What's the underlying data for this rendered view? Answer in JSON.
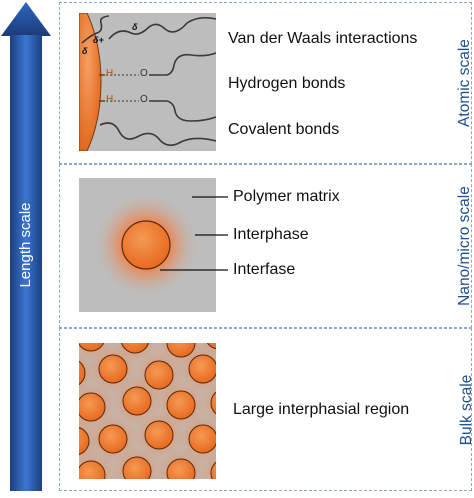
{
  "axis": {
    "label": "Length scale"
  },
  "panels": {
    "atomic": {
      "scale_label": "Atomic scale",
      "labels": [
        "Van der Waals interactions",
        "Hydrogen bonds",
        "Covalent bonds"
      ],
      "symbols": {
        "delta_minus": "δ",
        "delta_plus": "δ+",
        "delta_plus2": "δ",
        "h": "H",
        "o": "O"
      }
    },
    "nano": {
      "scale_label": "Nano/micro scale",
      "labels": [
        "Polymer matrix",
        "Interphase",
        "Interfase"
      ]
    },
    "bulk": {
      "scale_label": "Bulk scale",
      "labels": [
        "Large interphasial region"
      ]
    }
  },
  "colors": {
    "arrow": "#2e62b8",
    "particle": "#f07a2a",
    "matrix": "#bdbdbd",
    "frame": "#8fa7c9",
    "scale_text": "#1f4e8c"
  }
}
